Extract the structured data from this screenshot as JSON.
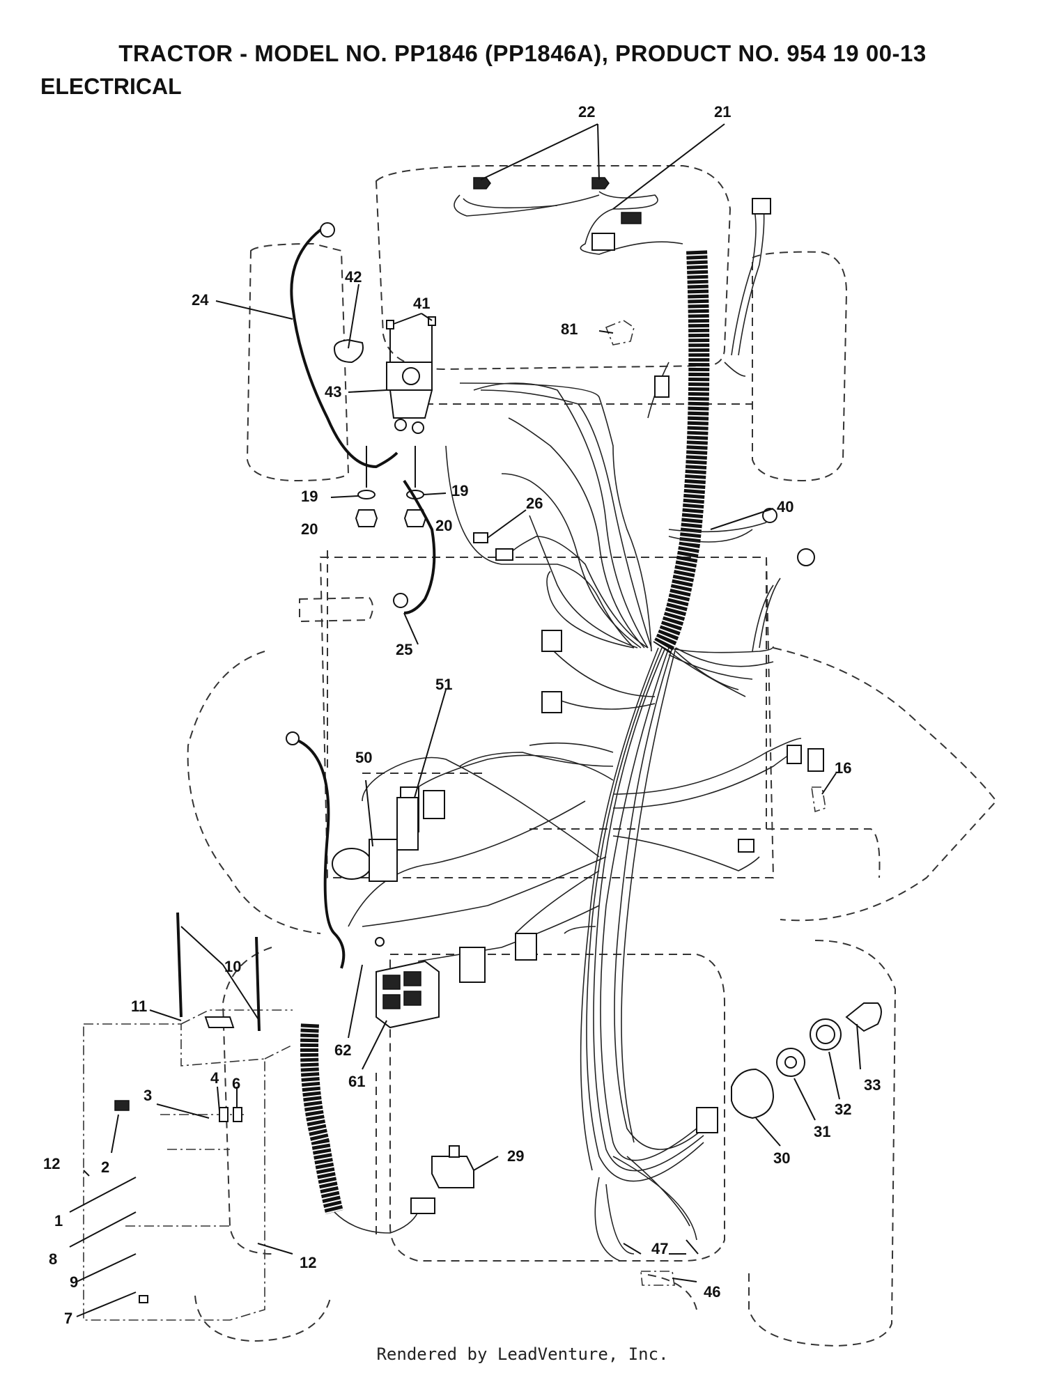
{
  "header": {
    "title": "TRACTOR - MODEL NO. PP1846 (PP1846A), PRODUCT NO. 954 19 00-13",
    "section": "ELECTRICAL"
  },
  "footer": {
    "credit": "Rendered by LeadVenture, Inc."
  },
  "callouts": [
    "22",
    "21",
    "24",
    "42",
    "41",
    "81",
    "43",
    "19",
    "19",
    "20",
    "20",
    "26",
    "40",
    "25",
    "51",
    "50",
    "16",
    "10",
    "11",
    "62",
    "61",
    "4",
    "6",
    "3",
    "33",
    "32",
    "30",
    "31",
    "12",
    "2",
    "29",
    "1",
    "8",
    "9",
    "7",
    "12",
    "47",
    "46"
  ]
}
